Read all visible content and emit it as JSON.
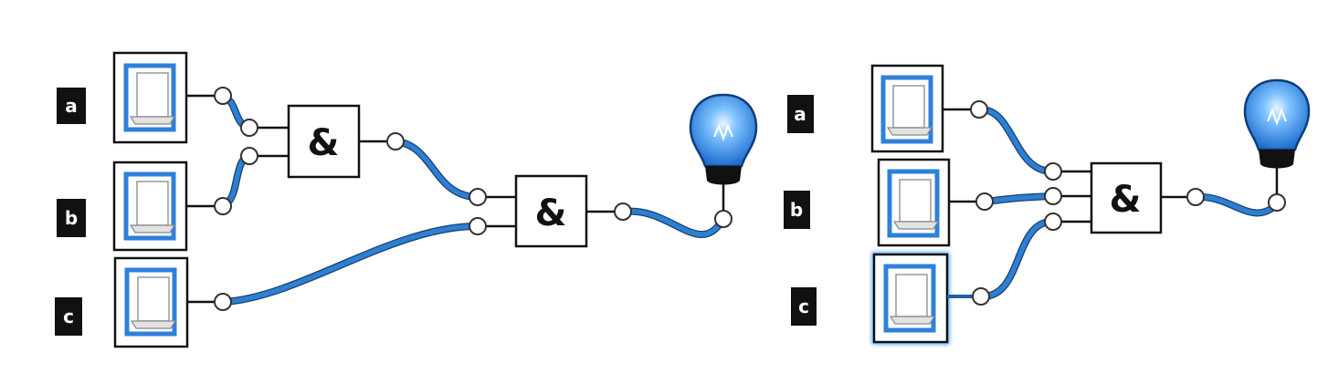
{
  "diagrams": [
    {
      "inputs": [
        {
          "id": "a",
          "label": "a",
          "state": "on"
        },
        {
          "id": "b",
          "label": "b",
          "state": "on"
        },
        {
          "id": "c",
          "label": "c",
          "state": "on"
        }
      ],
      "gates": [
        {
          "id": "g1",
          "symbol": "&"
        },
        {
          "id": "g2",
          "symbol": "&"
        }
      ],
      "output": {
        "state": "on"
      }
    },
    {
      "inputs": [
        {
          "id": "a",
          "label": "a",
          "state": "on"
        },
        {
          "id": "b",
          "label": "b",
          "state": "on"
        },
        {
          "id": "c",
          "label": "c",
          "state": "on",
          "selected": true
        }
      ],
      "gates": [
        {
          "id": "g1",
          "symbol": "&"
        }
      ],
      "output": {
        "state": "on"
      }
    }
  ],
  "colors": {
    "wire": "#2c7fd4",
    "switch_active": "#2e80d9",
    "bulb_glow": "#4aa3ff",
    "outline": "#111111"
  }
}
